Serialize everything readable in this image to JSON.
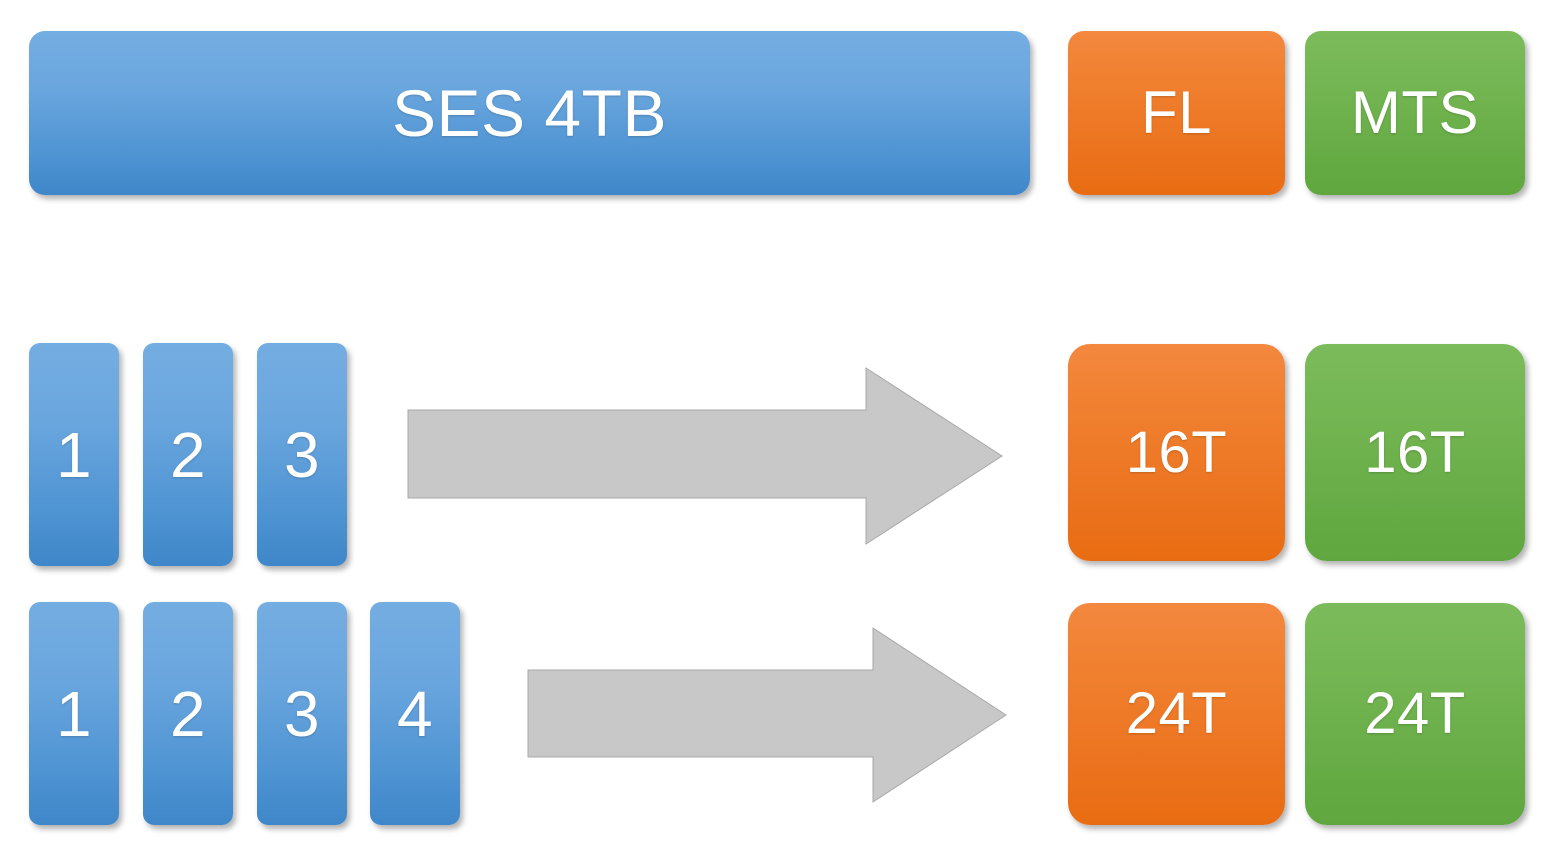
{
  "header": {
    "main_capsule": {
      "label": "SES 4TB",
      "color": "#4f94d3"
    },
    "tiles": [
      {
        "label": "FL",
        "color": "#ec7420"
      },
      {
        "label": "MTS",
        "color": "#68ad47"
      }
    ]
  },
  "rows": [
    {
      "id": "row-1",
      "blocks": [
        {
          "label": "1"
        },
        {
          "label": "2"
        },
        {
          "label": "3"
        }
      ],
      "arrow": {
        "name": "right-arrow-icon"
      },
      "results": [
        {
          "label": "16T",
          "color": "#ec7420",
          "theme": "orange"
        },
        {
          "label": "16T",
          "color": "#68ad47",
          "theme": "green"
        }
      ]
    },
    {
      "id": "row-2",
      "blocks": [
        {
          "label": "1"
        },
        {
          "label": "2"
        },
        {
          "label": "3"
        },
        {
          "label": "4"
        }
      ],
      "arrow": {
        "name": "right-arrow-icon"
      },
      "results": [
        {
          "label": "24T",
          "color": "#ec7420",
          "theme": "orange"
        },
        {
          "label": "24T",
          "color": "#68ad47",
          "theme": "green"
        }
      ]
    }
  ],
  "palette": {
    "blue": "#4f94d3",
    "orange": "#ec7420",
    "green": "#68ad47",
    "arrow_fill": "#c8c8c8",
    "arrow_stroke": "#a9a9a9",
    "background": "#ffffff",
    "text": "#ffffff"
  }
}
